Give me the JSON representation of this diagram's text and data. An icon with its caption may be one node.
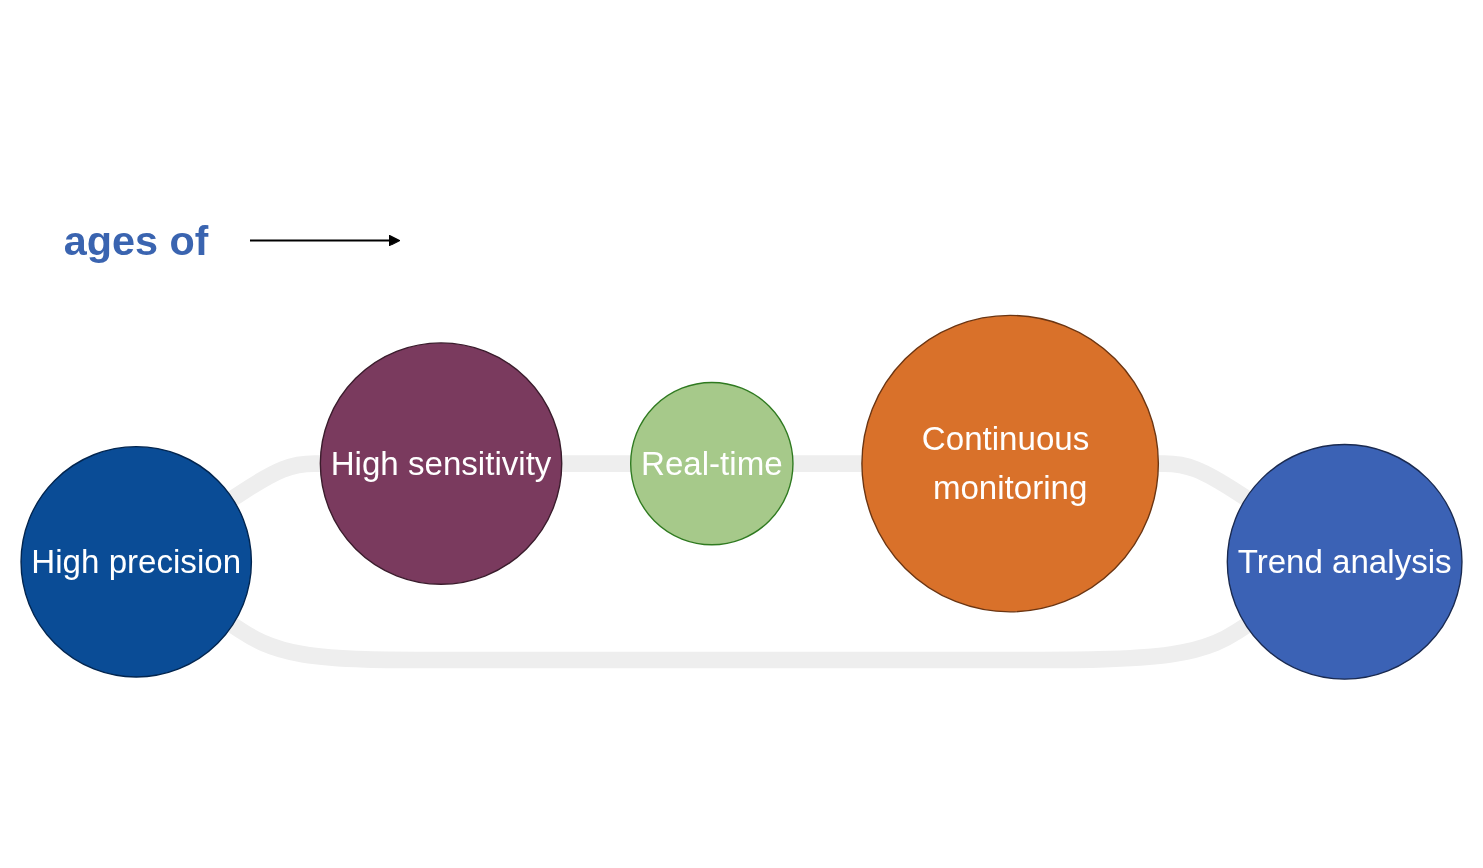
{
  "diagram": {
    "nodes": [
      {
        "text": [
          "ages of"
        ]
      },
      {
        "text": [
          "High precision"
        ]
      },
      {
        "text": [
          "High sensitivity"
        ]
      },
      {
        "text": [
          "Trend analysis"
        ]
      },
      {
        "text": [
          "Real-time"
        ]
      },
      {
        "text": [
          "Continuous monitoring"
        ]
      }
    ],
    "edges": [
      {
        "from": 0,
        "to": null,
        "arrow": "to",
        "color": "#000000"
      },
      {
        "from": 3,
        "to": 1,
        "arrow": "none"
      },
      {
        "from": 1,
        "to": 2,
        "arrow": "none"
      },
      {
        "from": 2,
        "to": 4,
        "arrow": "none"
      },
      {
        "from": 4,
        "to": 5,
        "arrow": "none"
      },
      {
        "from": 5,
        "to": 3,
        "arrow": "none"
      }
    ]
  }
}
